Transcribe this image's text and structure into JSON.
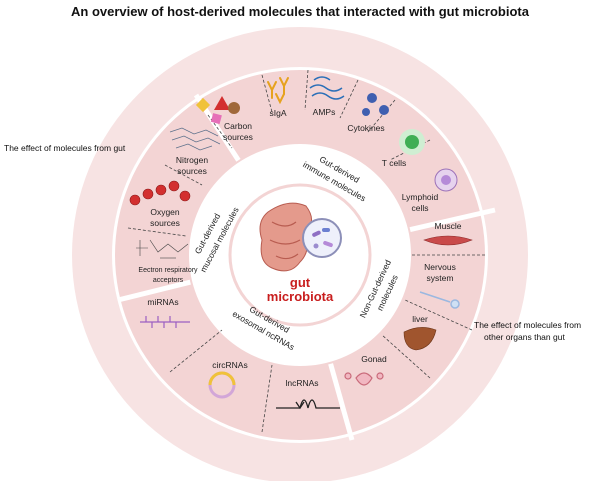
{
  "title": "An overview of host-derived molecules that interacted with gut microbiota",
  "center": {
    "line1": "gut",
    "line2": "microbiota"
  },
  "side_labels": {
    "left": "The effect of molecules from gut",
    "right_line1": "The effect of molecules from",
    "right_line2": "other organs than gut"
  },
  "categories": {
    "mucosal_line1": "Gut-derived",
    "mucosal_line2": "mucosal molecules",
    "immune_line1": "Gut-derived",
    "immune_line2": "immune  molecules",
    "ncrna_line1": "Gut-derived",
    "ncrna_line2": "exosomal ncRNAs",
    "nongut_line1": "Non-Gut-derived",
    "nongut_line2": "molecules"
  },
  "items": {
    "carbon_line1": "Carbon",
    "carbon_line2": "sources",
    "nitrogen_line1": "Nitrogen",
    "nitrogen_line2": "sources",
    "oxygen_line1": "Oxygen",
    "oxygen_line2": "sources",
    "electron_line1": "Eectron respiratory",
    "electron_line2": "acceptors",
    "siga": "sIgA",
    "amps": "AMPs",
    "cytokines": "Cytokines",
    "tcells": "T cells",
    "lymphoid_line1": "Lymphoid",
    "lymphoid_line2": "cells",
    "muscle": "Muscle",
    "nervous_line1": "Nervous",
    "nervous_line2": "system",
    "liver": "liver",
    "gonad": "Gonad",
    "mirnas": "miRNAs",
    "circrnas": "circRNAs",
    "lncrnas": "lncRNAs"
  },
  "colors": {
    "outer_ring": "#f7e3e3",
    "segment": "#f3d4d4",
    "center_fill": "#ffffff",
    "accent_red": "#c81d1d"
  }
}
